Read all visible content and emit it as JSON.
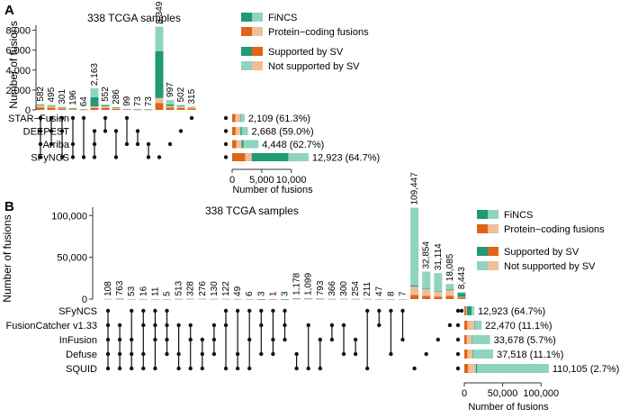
{
  "colors": {
    "fincs_sv": "#1f9a74",
    "fincs_nosv": "#8fd4c0",
    "pc_sv": "#df6418",
    "pc_nosv": "#efbf98",
    "dot": "#111111",
    "line": "#111111"
  },
  "chart_data": [
    {
      "type": "upset",
      "panel_label": "A",
      "title": "338 TCGA samples",
      "ylabel": "Number of fusions",
      "ylim": [
        0,
        8500
      ],
      "yticks": [
        "0",
        "2,000",
        "4,000",
        "6,000",
        "8,000"
      ],
      "ytick_values": [
        0,
        2000,
        4000,
        6000,
        8000
      ],
      "legend": {
        "class_items": [
          "FiNCS",
          "Protein−coding fusions"
        ],
        "sv_items": [
          "Supported by SV",
          "Not supported by SV"
        ]
      },
      "tools": [
        "STAR−Fusion",
        "DEEPEST",
        "Arriba",
        "SFyNCS"
      ],
      "intersections": [
        {
          "sets": [
            0,
            1,
            2,
            3
          ],
          "total": 582,
          "label": "582",
          "segments": {
            "fincs_sv": 50,
            "fincs_nosv": 40,
            "pc_sv": 250,
            "pc_nosv": 242
          }
        },
        {
          "sets": [
            0,
            1,
            2
          ],
          "total": 495,
          "label": "495",
          "segments": {
            "fincs_sv": 40,
            "fincs_nosv": 35,
            "pc_sv": 220,
            "pc_nosv": 200
          }
        },
        {
          "sets": [
            0,
            1,
            3
          ],
          "total": 301,
          "label": "301",
          "segments": {
            "fincs_sv": 20,
            "fincs_nosv": 30,
            "pc_sv": 130,
            "pc_nosv": 121
          }
        },
        {
          "sets": [
            0,
            2,
            3
          ],
          "total": 196,
          "label": "196",
          "segments": {
            "fincs_sv": 60,
            "fincs_nosv": 40,
            "pc_sv": 50,
            "pc_nosv": 46
          }
        },
        {
          "sets": [
            0,
            3
          ],
          "total": 64,
          "label": "64",
          "segments": {
            "fincs_sv": 5,
            "fincs_nosv": 5,
            "pc_sv": 30,
            "pc_nosv": 24
          }
        },
        {
          "sets": [
            1,
            2,
            3
          ],
          "total": 2163,
          "label": "2,163",
          "segments": {
            "fincs_sv": 900,
            "fincs_nosv": 900,
            "pc_sv": 200,
            "pc_nosv": 163
          }
        },
        {
          "sets": [
            0,
            1
          ],
          "total": 552,
          "label": "552",
          "segments": {
            "fincs_sv": 100,
            "fincs_nosv": 80,
            "pc_sv": 200,
            "pc_nosv": 172
          }
        },
        {
          "sets": [
            1,
            3
          ],
          "total": 286,
          "label": "286",
          "segments": {
            "fincs_sv": 60,
            "fincs_nosv": 40,
            "pc_sv": 100,
            "pc_nosv": 86
          }
        },
        {
          "sets": [
            0,
            2
          ],
          "total": 99,
          "label": "99",
          "segments": {
            "fincs_sv": 5,
            "fincs_nosv": 5,
            "pc_sv": 50,
            "pc_nosv": 39
          }
        },
        {
          "sets": [
            1,
            2
          ],
          "total": 73,
          "label": "73",
          "segments": {
            "fincs_sv": 5,
            "fincs_nosv": 5,
            "pc_sv": 35,
            "pc_nosv": 28
          }
        },
        {
          "sets": [
            2,
            3
          ],
          "total": 73,
          "label": "73",
          "segments": {
            "fincs_sv": 10,
            "fincs_nosv": 10,
            "pc_sv": 30,
            "pc_nosv": 23
          }
        },
        {
          "sets": [
            3
          ],
          "total": 8349,
          "label": "8,349",
          "segments": {
            "fincs_sv": 4700,
            "fincs_nosv": 2450,
            "pc_sv": 700,
            "pc_nosv": 499
          }
        },
        {
          "sets": [
            2
          ],
          "total": 997,
          "label": "997",
          "segments": {
            "fincs_sv": 150,
            "fincs_nosv": 450,
            "pc_sv": 250,
            "pc_nosv": 147
          }
        },
        {
          "sets": [
            1
          ],
          "total": 502,
          "label": "502",
          "segments": {
            "fincs_sv": 30,
            "fincs_nosv": 100,
            "pc_sv": 200,
            "pc_nosv": 172
          }
        },
        {
          "sets": [
            0
          ],
          "total": 315,
          "label": "315",
          "segments": {
            "fincs_sv": 10,
            "fincs_nosv": 20,
            "pc_sv": 150,
            "pc_nosv": 135
          }
        }
      ],
      "set_sizes": {
        "xlabel": "Number of fusions",
        "xlim": [
          0,
          14000
        ],
        "xticks": [
          "0",
          "5,000",
          "10,000"
        ],
        "xtick_values": [
          0,
          5000,
          10000
        ],
        "bars": [
          {
            "tool": "STAR−Fusion",
            "total": 2109,
            "label": "2,109 (61.3%)",
            "segments": {
              "pc_sv": 560,
              "pc_nosv": 800,
              "fincs_sv": 60,
              "fincs_nosv": 689
            }
          },
          {
            "tool": "DEEPEST",
            "total": 2668,
            "label": "2,668 (59.0%)",
            "segments": {
              "pc_sv": 600,
              "pc_nosv": 800,
              "fincs_sv": 200,
              "fincs_nosv": 1068
            }
          },
          {
            "tool": "Arriba",
            "total": 4448,
            "label": "4,448 (62.7%)",
            "segments": {
              "pc_sv": 700,
              "pc_nosv": 900,
              "fincs_sv": 300,
              "fincs_nosv": 2548
            }
          },
          {
            "tool": "SFyNCS",
            "total": 12923,
            "label": "12,923 (64.7%)",
            "segments": {
              "pc_sv": 2200,
              "pc_nosv": 1100,
              "fincs_sv": 6200,
              "fincs_nosv": 3423
            }
          }
        ]
      }
    },
    {
      "type": "upset",
      "panel_label": "B",
      "title": "338 TCGA samples",
      "ylabel": "Number of fusions",
      "ylim": [
        0,
        110000
      ],
      "yticks": [
        "0",
        "50,000",
        "100,000"
      ],
      "ytick_values": [
        0,
        50000,
        100000
      ],
      "legend": {
        "class_items": [
          "FiNCS",
          "Protein−coding fusions"
        ],
        "sv_items": [
          "Supported by SV",
          "Not supported by SV"
        ]
      },
      "tools": [
        "SFyNCS",
        "FusionCatcher v1.33",
        "InFusion",
        "Defuse",
        "SQUID"
      ],
      "intersections": [
        {
          "sets": [
            0,
            1,
            2,
            3,
            4
          ],
          "total": 108,
          "label": "108",
          "segments": {
            "fincs_sv": 10,
            "fincs_nosv": 8,
            "pc_sv": 50,
            "pc_nosv": 40
          }
        },
        {
          "sets": [
            1,
            2,
            3,
            4
          ],
          "total": 763,
          "label": "763",
          "segments": {
            "fincs_sv": 20,
            "fincs_nosv": 43,
            "pc_sv": 300,
            "pc_nosv": 400
          }
        },
        {
          "sets": [
            0,
            2,
            3,
            4
          ],
          "total": 53,
          "label": "53",
          "segments": {
            "fincs_sv": 5,
            "fincs_nosv": 8,
            "pc_sv": 20,
            "pc_nosv": 20
          }
        },
        {
          "sets": [
            0,
            1,
            3,
            4
          ],
          "total": 16,
          "label": "16",
          "segments": {
            "fincs_sv": 2,
            "fincs_nosv": 2,
            "pc_sv": 6,
            "pc_nosv": 6
          }
        },
        {
          "sets": [
            0,
            1,
            2,
            4
          ],
          "total": 11,
          "label": "11",
          "segments": {
            "fincs_sv": 1,
            "fincs_nosv": 2,
            "pc_sv": 4,
            "pc_nosv": 4
          }
        },
        {
          "sets": [
            0,
            1,
            2,
            3
          ],
          "total": 5,
          "label": "5",
          "segments": {
            "fincs_sv": 1,
            "fincs_nosv": 1,
            "pc_sv": 2,
            "pc_nosv": 1
          }
        },
        {
          "sets": [
            1,
            3,
            4
          ],
          "total": 513,
          "label": "513",
          "segments": {
            "fincs_sv": 20,
            "fincs_nosv": 93,
            "pc_sv": 200,
            "pc_nosv": 200
          }
        },
        {
          "sets": [
            1,
            2,
            4
          ],
          "total": 328,
          "label": "328",
          "segments": {
            "fincs_sv": 10,
            "fincs_nosv": 58,
            "pc_sv": 130,
            "pc_nosv": 130
          }
        },
        {
          "sets": [
            2,
            3,
            4
          ],
          "total": 276,
          "label": "276",
          "segments": {
            "fincs_sv": 10,
            "fincs_nosv": 46,
            "pc_sv": 110,
            "pc_nosv": 110
          }
        },
        {
          "sets": [
            1,
            2,
            3
          ],
          "total": 130,
          "label": "130",
          "segments": {
            "fincs_sv": 5,
            "fincs_nosv": 25,
            "pc_sv": 50,
            "pc_nosv": 50
          }
        },
        {
          "sets": [
            0,
            1,
            4
          ],
          "total": 122,
          "label": "122",
          "segments": {
            "fincs_sv": 10,
            "fincs_nosv": 12,
            "pc_sv": 50,
            "pc_nosv": 50
          }
        },
        {
          "sets": [
            0,
            3,
            4
          ],
          "total": 49,
          "label": "49",
          "segments": {
            "fincs_sv": 5,
            "fincs_nosv": 4,
            "pc_sv": 20,
            "pc_nosv": 20
          }
        },
        {
          "sets": [
            0,
            2,
            4
          ],
          "total": 6,
          "label": "6",
          "segments": {
            "fincs_sv": 1,
            "fincs_nosv": 1,
            "pc_sv": 2,
            "pc_nosv": 2
          }
        },
        {
          "sets": [
            0,
            1,
            3
          ],
          "total": 3,
          "label": "3",
          "segments": {
            "fincs_sv": 1,
            "fincs_nosv": 0,
            "pc_sv": 1,
            "pc_nosv": 1
          }
        },
        {
          "sets": [
            0,
            2,
            3
          ],
          "total": 1,
          "label": "1",
          "segments": {
            "fincs_sv": 0,
            "fincs_nosv": 0,
            "pc_sv": 1,
            "pc_nosv": 0
          }
        },
        {
          "sets": [
            0,
            1,
            2
          ],
          "total": 3,
          "label": "3",
          "segments": {
            "fincs_sv": 1,
            "fincs_nosv": 0,
            "pc_sv": 1,
            "pc_nosv": 1
          }
        },
        {
          "sets": [
            3,
            4
          ],
          "total": 1178,
          "label": "1,178",
          "segments": {
            "fincs_sv": 50,
            "fincs_nosv": 328,
            "pc_sv": 400,
            "pc_nosv": 400
          }
        },
        {
          "sets": [
            1,
            4
          ],
          "total": 1099,
          "label": "1,099",
          "segments": {
            "fincs_sv": 50,
            "fincs_nosv": 249,
            "pc_sv": 400,
            "pc_nosv": 400
          }
        },
        {
          "sets": [
            2,
            4
          ],
          "total": 793,
          "label": "793",
          "segments": {
            "fincs_sv": 30,
            "fincs_nosv": 163,
            "pc_sv": 300,
            "pc_nosv": 300
          }
        },
        {
          "sets": [
            1,
            2
          ],
          "total": 366,
          "label": "366",
          "segments": {
            "fincs_sv": 10,
            "fincs_nosv": 56,
            "pc_sv": 150,
            "pc_nosv": 150
          }
        },
        {
          "sets": [
            1,
            3
          ],
          "total": 300,
          "label": "300",
          "segments": {
            "fincs_sv": 10,
            "fincs_nosv": 50,
            "pc_sv": 120,
            "pc_nosv": 120
          }
        },
        {
          "sets": [
            2,
            3
          ],
          "total": 254,
          "label": "254",
          "segments": {
            "fincs_sv": 10,
            "fincs_nosv": 44,
            "pc_sv": 100,
            "pc_nosv": 100
          }
        },
        {
          "sets": [
            0,
            4
          ],
          "total": 211,
          "label": "211",
          "segments": {
            "fincs_sv": 20,
            "fincs_nosv": 21,
            "pc_sv": 85,
            "pc_nosv": 85
          }
        },
        {
          "sets": [
            0,
            1
          ],
          "total": 47,
          "label": "47",
          "segments": {
            "fincs_sv": 5,
            "fincs_nosv": 2,
            "pc_sv": 20,
            "pc_nosv": 20
          }
        },
        {
          "sets": [
            0,
            3
          ],
          "total": 8,
          "label": "8",
          "segments": {
            "fincs_sv": 1,
            "fincs_nosv": 1,
            "pc_sv": 3,
            "pc_nosv": 3
          }
        },
        {
          "sets": [
            0,
            2
          ],
          "total": 7,
          "label": "7",
          "segments": {
            "fincs_sv": 1,
            "fincs_nosv": 1,
            "pc_sv": 3,
            "pc_nosv": 2
          }
        },
        {
          "sets": [
            4
          ],
          "total": 109447,
          "label": "109,447",
          "segments": {
            "fincs_sv": 1500,
            "fincs_nosv": 92947,
            "pc_sv": 5000,
            "pc_nosv": 10000
          }
        },
        {
          "sets": [
            3
          ],
          "total": 32854,
          "label": "32,854",
          "segments": {
            "fincs_sv": 500,
            "fincs_nosv": 20354,
            "pc_sv": 4000,
            "pc_nosv": 8000
          }
        },
        {
          "sets": [
            2
          ],
          "total": 31114,
          "label": "31,114",
          "segments": {
            "fincs_sv": 400,
            "fincs_nosv": 21714,
            "pc_sv": 3000,
            "pc_nosv": 6000
          }
        },
        {
          "sets": [
            1
          ],
          "total": 18085,
          "label": "18,085",
          "segments": {
            "fincs_sv": 300,
            "fincs_nosv": 6785,
            "pc_sv": 4000,
            "pc_nosv": 7000
          }
        },
        {
          "sets": [
            0
          ],
          "total": 8443,
          "label": "8,443",
          "segments": {
            "fincs_sv": 4500,
            "fincs_nosv": 1443,
            "pc_sv": 1800,
            "pc_nosv": 700
          }
        }
      ],
      "set_sizes": {
        "xlabel": "Number of fusions",
        "xlim": [
          0,
          115000
        ],
        "xticks": [
          "0",
          "50,000",
          "100,000"
        ],
        "xtick_values": [
          0,
          50000,
          100000
        ],
        "bars": [
          {
            "tool": "SFyNCS",
            "total": 12923,
            "label": "12,923 (64.7%)",
            "segments": {
              "pc_sv": 2200,
              "pc_nosv": 1100,
              "fincs_sv": 6200,
              "fincs_nosv": 3423
            }
          },
          {
            "tool": "FusionCatcher v1.33",
            "total": 22470,
            "label": "22,470 (11.1%)",
            "segments": {
              "pc_sv": 4000,
              "pc_nosv": 9000,
              "fincs_sv": 600,
              "fincs_nosv": 8870
            }
          },
          {
            "tool": "InFusion",
            "total": 33678,
            "label": "33,678 (5.7%)",
            "segments": {
              "pc_sv": 3000,
              "pc_nosv": 6500,
              "fincs_sv": 600,
              "fincs_nosv": 23578
            }
          },
          {
            "tool": "Defuse",
            "total": 37518,
            "label": "37,518 (11.1%)",
            "segments": {
              "pc_sv": 4000,
              "pc_nosv": 7000,
              "fincs_sv": 800,
              "fincs_nosv": 25718
            }
          },
          {
            "tool": "SQUID",
            "total": 110105,
            "label": "110,105 (2.7%)",
            "segments": {
              "pc_sv": 5000,
              "pc_nosv": 10000,
              "fincs_sv": 1800,
              "fincs_nosv": 93305
            }
          }
        ]
      }
    }
  ]
}
